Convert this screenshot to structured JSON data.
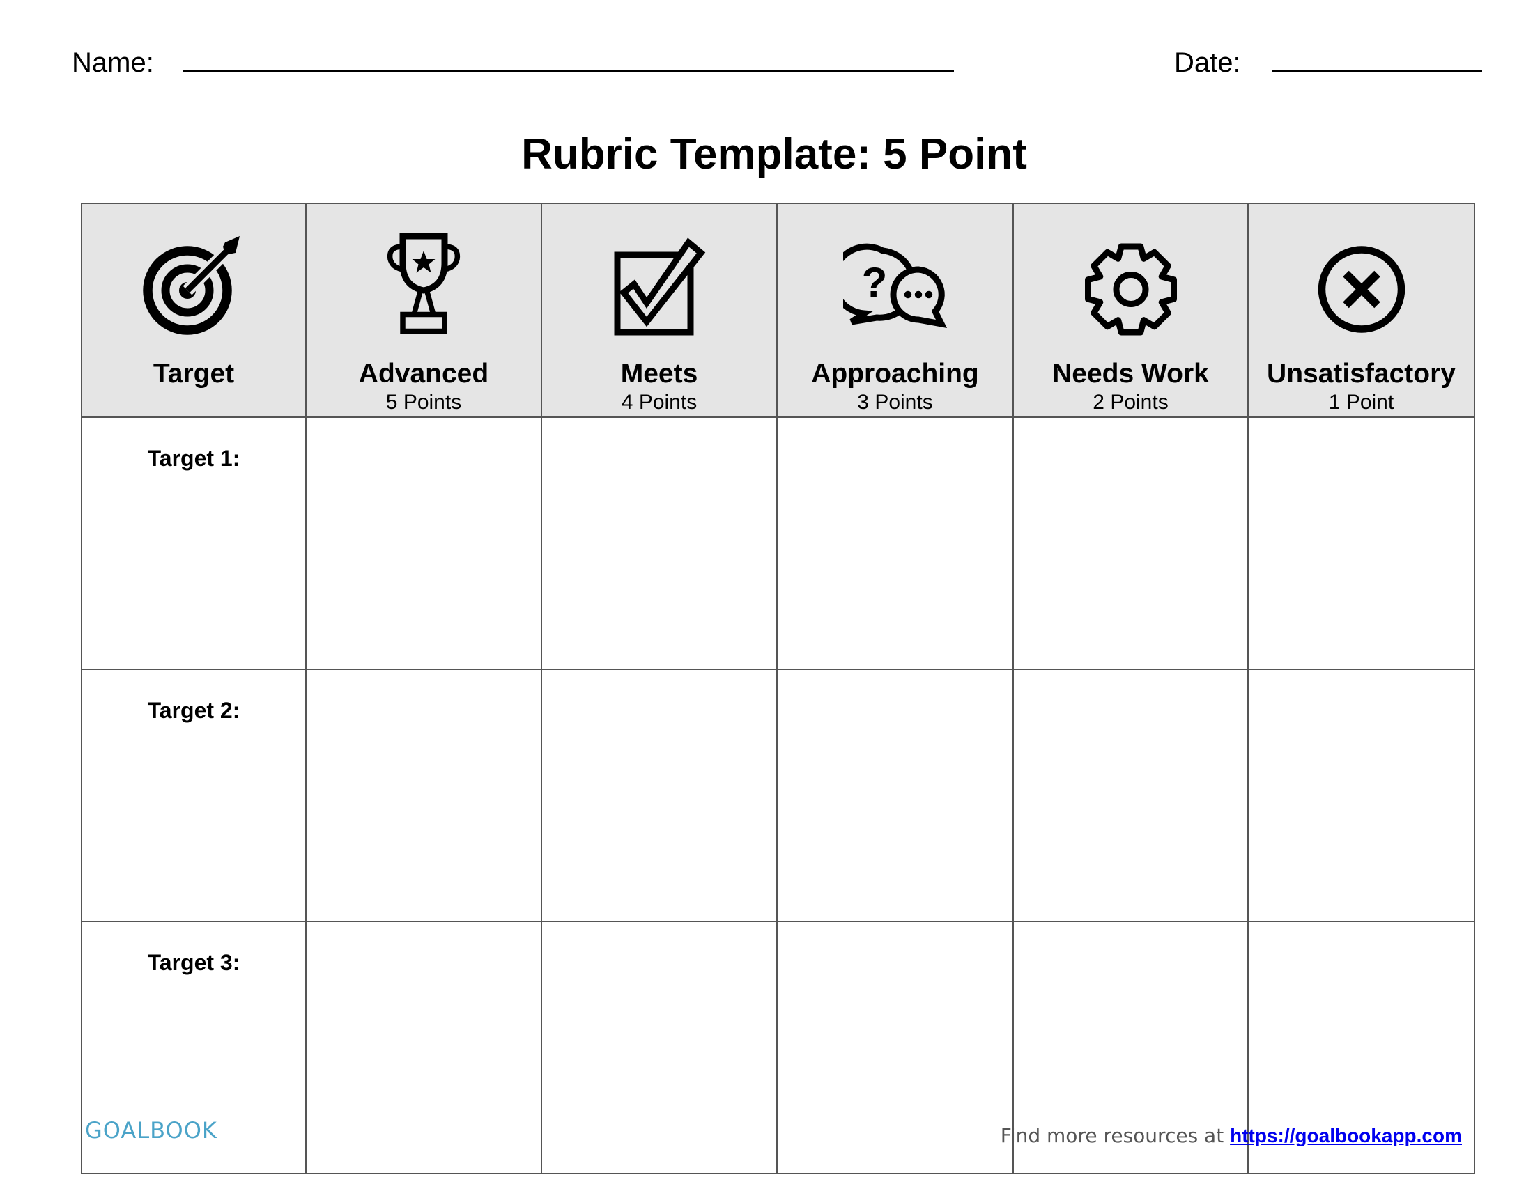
{
  "form": {
    "name_label": "Name:",
    "date_label": "Date:"
  },
  "title": "Rubric Template: 5 Point",
  "columns": [
    {
      "label": "Target",
      "points": "",
      "icon": "target-icon"
    },
    {
      "label": "Advanced",
      "points": "5 Points",
      "icon": "trophy-icon"
    },
    {
      "label": "Meets",
      "points": "4 Points",
      "icon": "checkbox-icon"
    },
    {
      "label": "Approaching",
      "points": "3 Points",
      "icon": "question-chat-icon"
    },
    {
      "label": "Needs Work",
      "points": "2 Points",
      "icon": "gear-icon"
    },
    {
      "label": "Unsatisfactory",
      "points": "1 Point",
      "icon": "x-circle-icon"
    }
  ],
  "rows": [
    {
      "label": "Target 1:"
    },
    {
      "label": "Target 2:"
    },
    {
      "label": "Target 3:"
    }
  ],
  "footer": {
    "logo": "GOALBOOK",
    "text": "Find more resources at",
    "link": "https://goalbookapp.com"
  },
  "colors": {
    "header_bg": "#e5e5e5",
    "logo": "#4aa3c8",
    "link": "#0000ee"
  }
}
